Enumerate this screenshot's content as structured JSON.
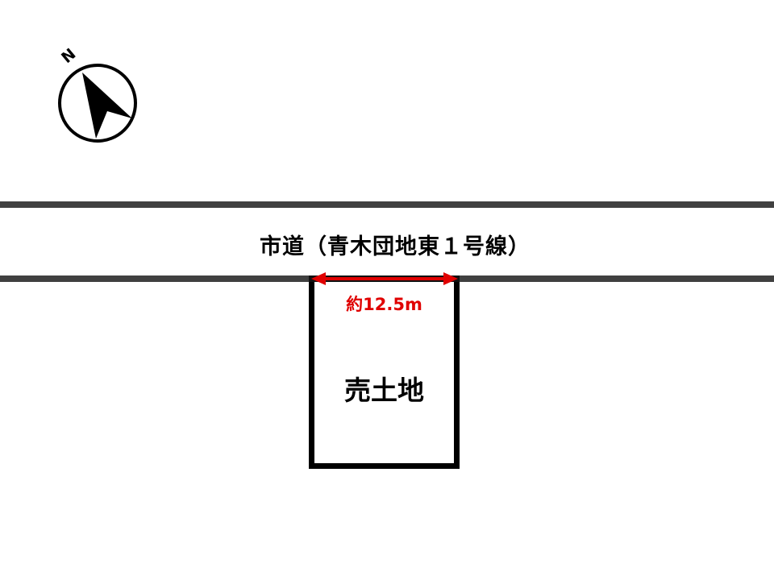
{
  "road": {
    "label": "市道（青木団地東１号線）",
    "line_color": "#404040"
  },
  "lot": {
    "label": "売土地",
    "frontage_label": "約12.5m",
    "frontage_color": "#e00000",
    "border_color": "#000000"
  },
  "compass": {
    "north_label": "N",
    "icon": "north-arrow-icon"
  }
}
